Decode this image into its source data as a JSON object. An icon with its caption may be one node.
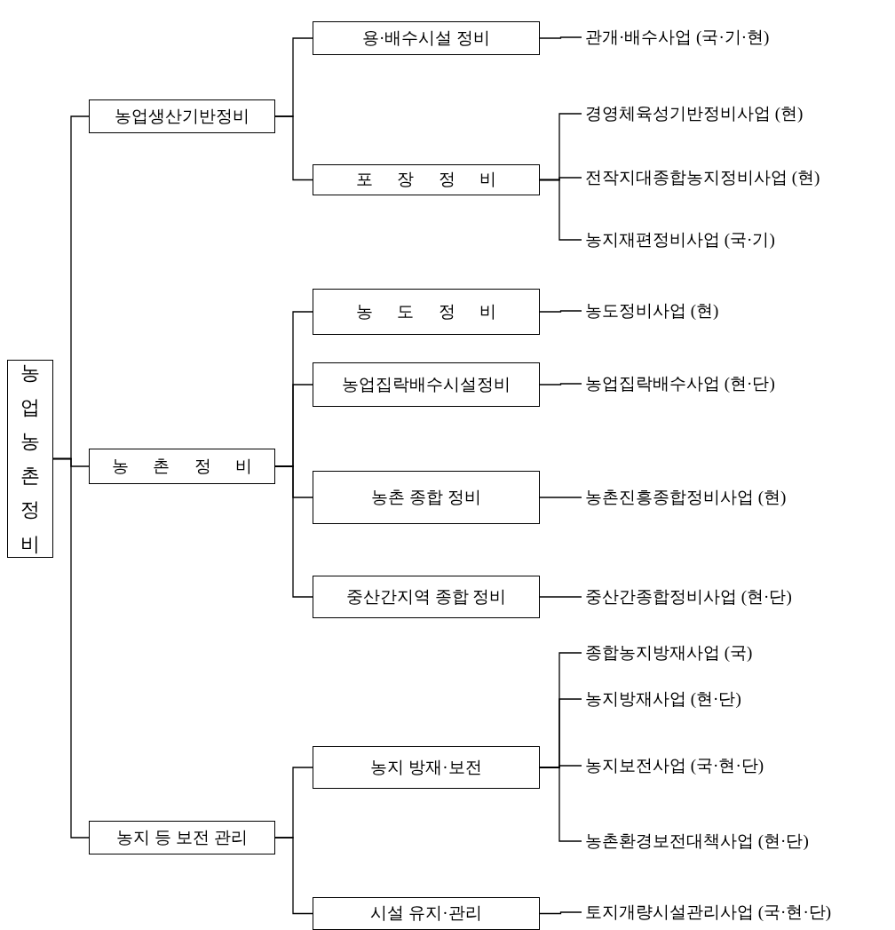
{
  "diagram": {
    "nodes": [
      {
        "text": [
          "농업농촌정비"
        ]
      },
      {
        "text": [
          "농업생산기반정비"
        ]
      },
      {
        "text": [
          "용·배수시설 정비"
        ]
      },
      {
        "text": [
          "관개·배수사업 (국·기·현)"
        ]
      },
      {
        "text": [
          "포 장 정 비"
        ]
      },
      {
        "text": [
          "경영체육성기반정비사업 (현)"
        ]
      },
      {
        "text": [
          "전작지대종합농지정비사업 (현)"
        ]
      },
      {
        "text": [
          "농지재편정비사업 (국·기)"
        ]
      },
      {
        "text": [
          "농 촌 정 비"
        ]
      },
      {
        "text": [
          "농 도 정 비"
        ]
      },
      {
        "text": [
          "농도정비사업 (현)"
        ]
      },
      {
        "text": [
          "농업집락배수시설정비"
        ]
      },
      {
        "text": [
          "농업집락배수사업 (현·단)"
        ]
      },
      {
        "text": [
          "농촌 종합 정비"
        ]
      },
      {
        "text": [
          "농촌진흥종합정비사업 (현)"
        ]
      },
      {
        "text": [
          "중산간지역 종합 정비"
        ]
      },
      {
        "text": [
          "중산간종합정비사업 (현·단)"
        ]
      },
      {
        "text": [
          "농지 등 보전 관리"
        ]
      },
      {
        "text": [
          "농지 방재·보전"
        ]
      },
      {
        "text": [
          "종합농지방재사업 (국)"
        ]
      },
      {
        "text": [
          "농지방재사업 (현·단)"
        ]
      },
      {
        "text": [
          "농지보전사업 (국·현·단)"
        ]
      },
      {
        "text": [
          "농촌환경보전대책사업 (현·단)"
        ]
      },
      {
        "text": [
          "시설 유지·관리"
        ]
      },
      {
        "text": [
          "토지개량시설관리사업 (국·현·단)"
        ]
      }
    ],
    "edges": [
      {
        "from": 0,
        "to": 1,
        "arrow": "none"
      },
      {
        "from": 0,
        "to": 8,
        "arrow": "none"
      },
      {
        "from": 0,
        "to": 17,
        "arrow": "none"
      },
      {
        "from": 1,
        "to": 2,
        "arrow": "none"
      },
      {
        "from": 1,
        "to": 4,
        "arrow": "none"
      },
      {
        "from": 2,
        "to": 3,
        "arrow": "none"
      },
      {
        "from": 4,
        "to": 5,
        "arrow": "none"
      },
      {
        "from": 4,
        "to": 6,
        "arrow": "none"
      },
      {
        "from": 4,
        "to": 7,
        "arrow": "none"
      },
      {
        "from": 8,
        "to": 9,
        "arrow": "none"
      },
      {
        "from": 8,
        "to": 11,
        "arrow": "none"
      },
      {
        "from": 8,
        "to": 13,
        "arrow": "none"
      },
      {
        "from": 8,
        "to": 15,
        "arrow": "none"
      },
      {
        "from": 9,
        "to": 10,
        "arrow": "none"
      },
      {
        "from": 11,
        "to": 12,
        "arrow": "none"
      },
      {
        "from": 13,
        "to": 14,
        "arrow": "none"
      },
      {
        "from": 15,
        "to": 16,
        "arrow": "none"
      },
      {
        "from": 17,
        "to": 18,
        "arrow": "none"
      },
      {
        "from": 17,
        "to": 23,
        "arrow": "none"
      },
      {
        "from": 18,
        "to": 19,
        "arrow": "none"
      },
      {
        "from": 18,
        "to": 20,
        "arrow": "none"
      },
      {
        "from": 18,
        "to": 21,
        "arrow": "none"
      },
      {
        "from": 18,
        "to": 22,
        "arrow": "none"
      },
      {
        "from": 23,
        "to": 24,
        "arrow": "none"
      }
    ]
  }
}
